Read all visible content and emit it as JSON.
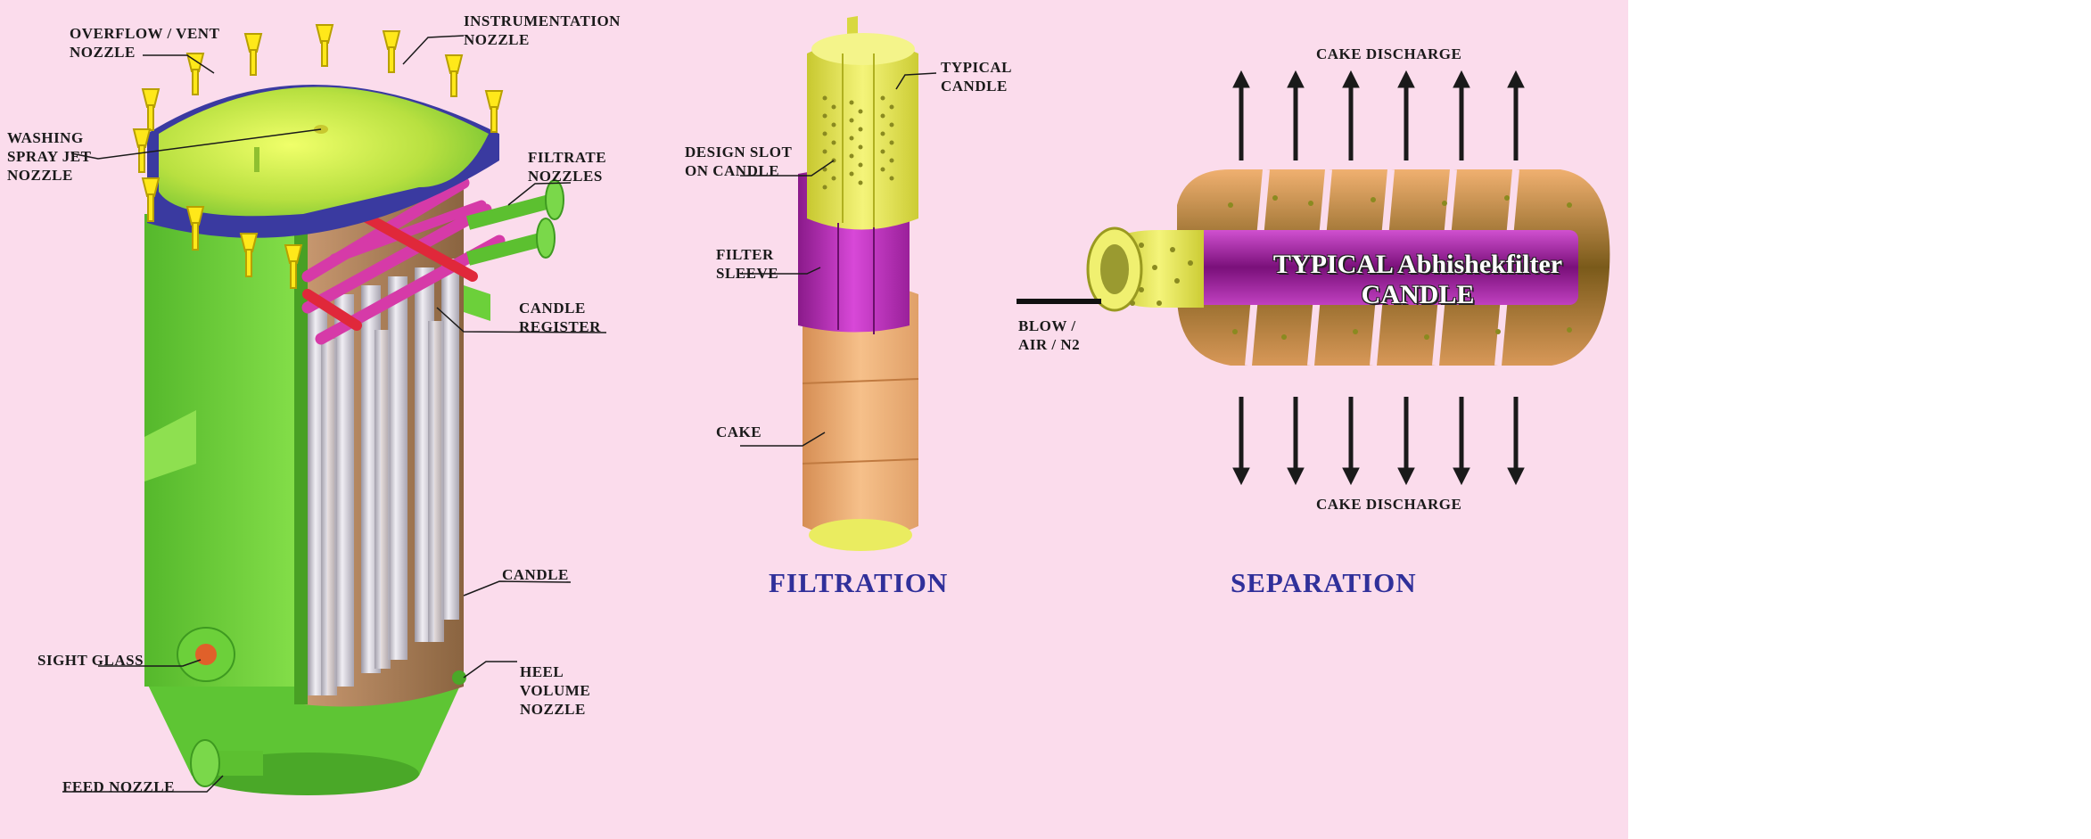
{
  "vessel_labels": {
    "overflow_vent": [
      "OVERFLOW / VENT",
      "NOZZLE"
    ],
    "instrumentation": [
      "INSTRUMENTATION",
      "NOZZLE"
    ],
    "washing_spray": [
      "WASHING",
      "SPRAY JET",
      "NOZZLE"
    ],
    "filtrate": [
      "FILTRATE",
      "NOZZLES"
    ],
    "candle_register": [
      "CANDLE",
      "REGISTER"
    ],
    "candle": "CANDLE",
    "sight_glass": "SIGHT GLASS",
    "heel_volume": [
      "HEEL",
      "VOLUME",
      "NOZZLE"
    ],
    "feed_nozzle": "FEED NOZZLE"
  },
  "filtration_labels": {
    "typical_candle": [
      "TYPICAL",
      "CANDLE"
    ],
    "design_slot": [
      "DESIGN SLOT",
      "ON CANDLE"
    ],
    "filter_sleeve": [
      "FILTER",
      "SLEEVE"
    ],
    "cake": "CAKE",
    "title": "FILTRATION"
  },
  "separation_labels": {
    "cake_discharge_top": "CAKE DISCHARGE",
    "cake_discharge_bottom": "CAKE DISCHARGE",
    "blow": [
      "BLOW /",
      "AIR / N2"
    ],
    "candle_title": [
      "TYPICAL Abhishekfilter",
      "CANDLE"
    ],
    "title": "SEPARATION"
  },
  "colors": {
    "background_panel": "#fbdcec",
    "vessel_green": "#6fd13a",
    "dome_yellow_green": "#d6ee3c",
    "flange_blue": "#3a3aa0",
    "candle_grey": "#c8c4cc",
    "register_magenta": "#d63aa8",
    "register_red": "#e0283a",
    "cake_tan": "#f0b478",
    "sleeve_magenta": "#c030c0",
    "candle_yellow": "#e8ec50",
    "title_blue": "#30309a",
    "photo_steel": "#4a7a9a"
  },
  "icons": [
    "arrow-up-icon",
    "arrow-down-icon"
  ]
}
